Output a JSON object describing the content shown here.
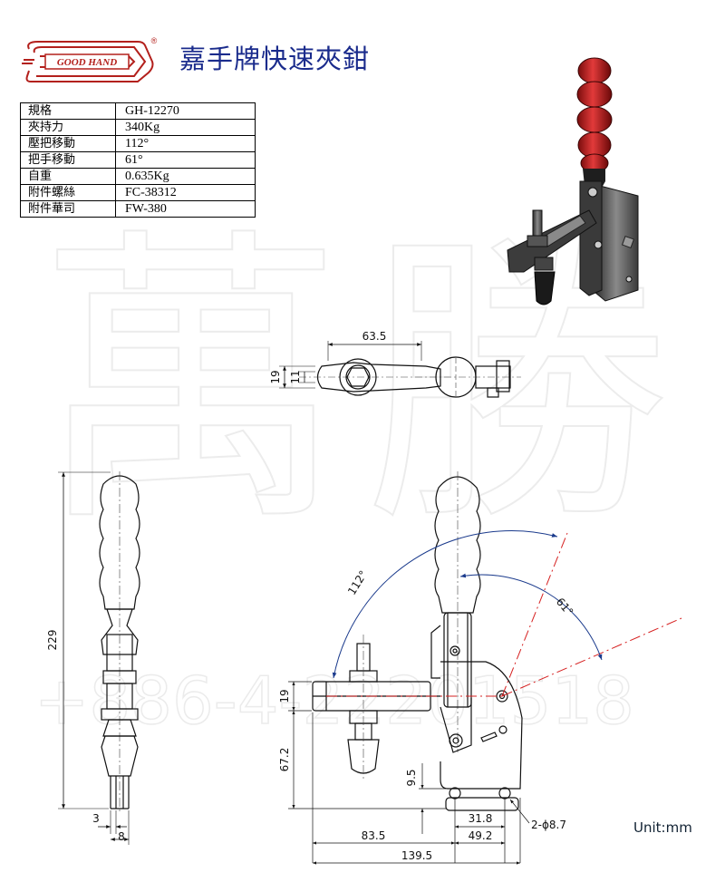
{
  "brand": {
    "logo_text": "GOOD HAND",
    "registered": "®"
  },
  "title": "嘉手牌快速夾鉗",
  "specs": [
    {
      "label": "規格",
      "value": "GH-12270"
    },
    {
      "label": "夾持力",
      "value": "340Kg"
    },
    {
      "label": "壓把移動",
      "value": "112°"
    },
    {
      "label": "把手移動",
      "value": "61°"
    },
    {
      "label": "自重",
      "value": "0.635Kg"
    },
    {
      "label": "附件螺絲",
      "value": "FC-38312"
    },
    {
      "label": "附件華司",
      "value": "FW-380"
    }
  ],
  "watermark": {
    "chars": "萬勝",
    "phone": "+886-4-22201518"
  },
  "dimensions": {
    "top_width": "63.5",
    "top_h1": "19",
    "top_h2": "11",
    "height_total": "229",
    "pin_offset": "3",
    "base_width": "8",
    "arc_handle": "112°",
    "arc_lever": "61°",
    "arm_thickness": "19",
    "arm_height": "67.2",
    "hole_height": "9.5",
    "length_arm": "83.5",
    "hole_spacing": "31.8",
    "base_spacing": "49.2",
    "total_length": "139.5",
    "holes": "2-ϕ8.7"
  },
  "unit": "Unit:mm",
  "colors": {
    "title": "#1a2b8c",
    "logo": "#b3201c",
    "center_line": "#d62020",
    "dim_line": "#1a3a8c"
  }
}
